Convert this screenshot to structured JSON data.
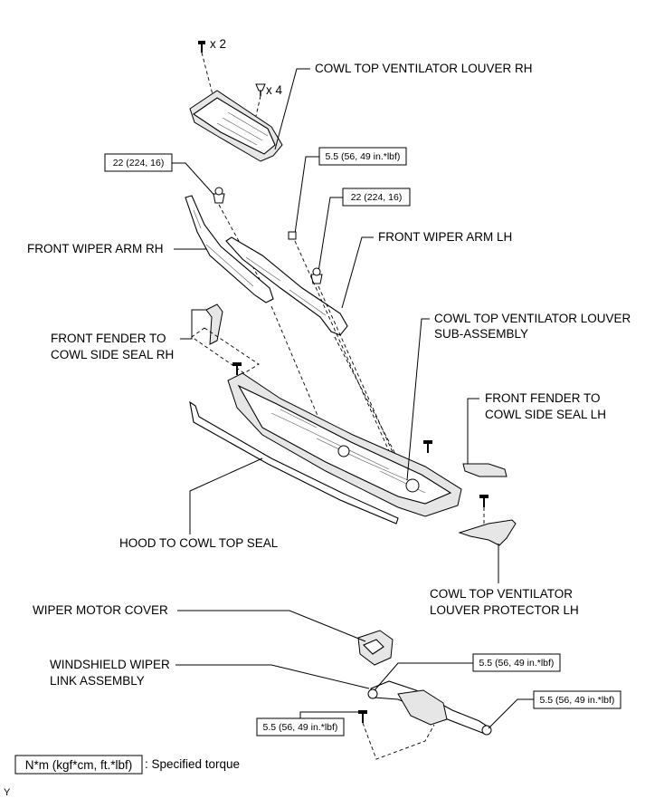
{
  "qty": {
    "bolts": "x 2",
    "clips": "x 4"
  },
  "labels": {
    "louver_rh": "COWL TOP VENTILATOR LOUVER RH",
    "wiper_arm_rh": "FRONT WIPER ARM RH",
    "wiper_arm_lh": "FRONT WIPER ARM LH",
    "seal_rh_1": "FRONT FENDER TO",
    "seal_rh_2": "COWL SIDE SEAL RH",
    "louver_sub_1": "COWL TOP VENTILATOR LOUVER",
    "louver_sub_2": "SUB-ASSEMBLY",
    "seal_lh_1": "FRONT FENDER TO",
    "seal_lh_2": "COWL SIDE SEAL LH",
    "hood_seal": "HOOD TO COWL TOP SEAL",
    "protector_1": "COWL TOP VENTILATOR",
    "protector_2": "LOUVER PROTECTOR LH",
    "motor_cover": "WIPER MOTOR COVER",
    "link_1": "WINDSHIELD WIPER",
    "link_2": "LINK ASSEMBLY"
  },
  "torques": {
    "arm_rh": "22 (224, 16)",
    "arm_lh": "22 (224, 16)",
    "louver_nut": "5.5 (56, 49 in.*lbf)",
    "link_top": "5.5 (56, 49 in.*lbf)",
    "link_right": "5.5 (56, 49 in.*lbf)",
    "link_left": "5.5 (56, 49 in.*lbf)"
  },
  "legend": {
    "unit": "N*m (kgf*cm, ft.*lbf)",
    "text": ": Specified torque"
  },
  "corner_mark": "Y"
}
